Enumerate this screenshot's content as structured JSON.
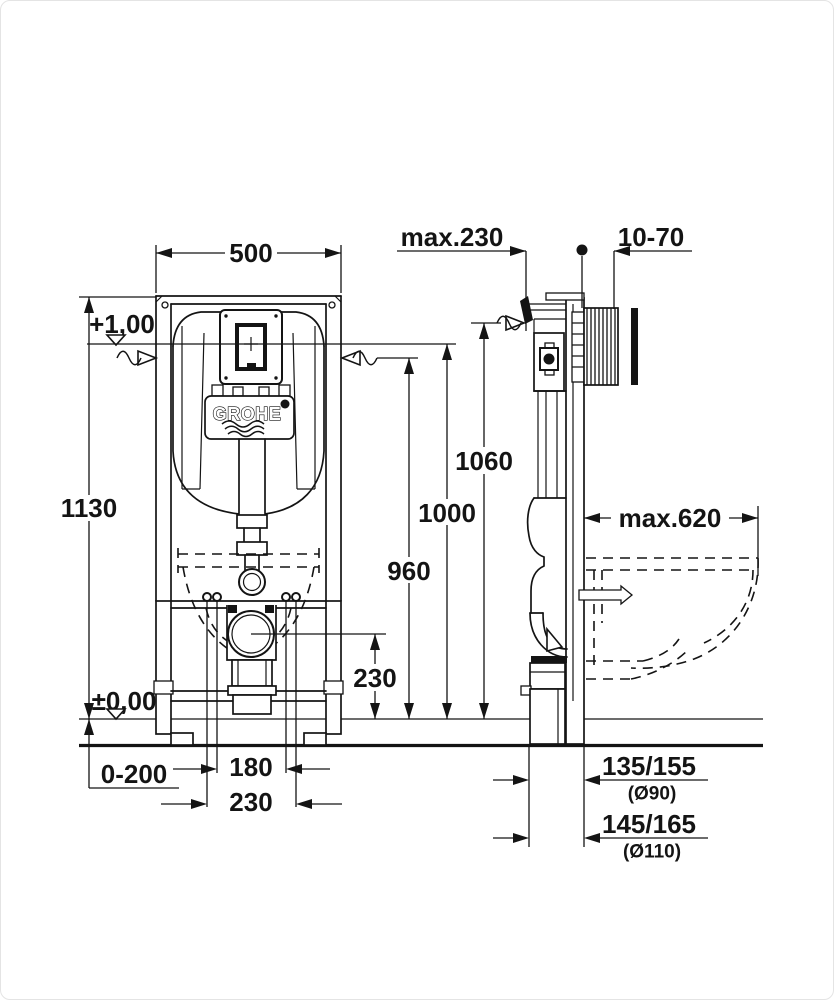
{
  "drawing": {
    "brand": "GROHE",
    "front_view": {
      "width": "500",
      "frame_height": "1130",
      "level_top": "+1,00",
      "level_floor": "±0,00",
      "floor_buildup": "0-200",
      "fixing_spacing_inner": "180",
      "fixing_spacing_outer": "230",
      "drain_center_height": "230",
      "height_960": "960",
      "height_1000": "1000",
      "height_1060": "1060"
    },
    "side_view": {
      "frame_depth_max": "max.230",
      "wall_thickness_range": "10-70",
      "bowl_projection_max": "max.620",
      "drain_offset_small": "135/155",
      "drain_dia_small": "(Ø90)",
      "drain_offset_large": "145/165",
      "drain_dia_large": "(Ø110)"
    }
  }
}
